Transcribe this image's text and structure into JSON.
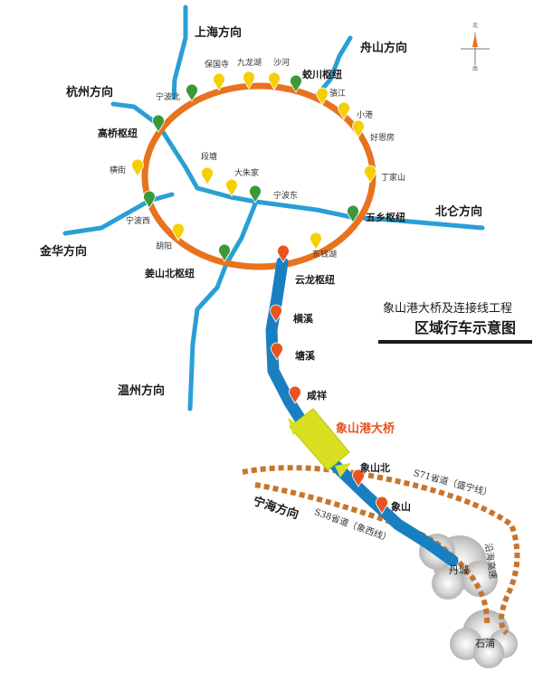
{
  "map": {
    "title_line1": "象山港大桥及连接线工程",
    "title_line2": "区域行车示意图",
    "bridge_label": "象山港大桥",
    "compass": {
      "north": "北",
      "south": "南"
    },
    "directions": {
      "shanghai": "上海方向",
      "zhoushan": "舟山方向",
      "hangzhou": "杭州方向",
      "beilun": "北仑方向",
      "jinhua": "金华方向",
      "wenzhou": "温州方向",
      "ninghai": "宁海方向"
    },
    "hubs": {
      "jiaochuan": "蛟川枢纽",
      "gaoqiao": "高桥枢纽",
      "wuxiang": "五乡枢纽",
      "jiangshanbei": "姜山北枢纽",
      "yunlong": "云龙枢纽"
    },
    "stations": {
      "baoguosi": "保国寺",
      "jiulonghu": "九龙湖",
      "shahe": "沙河",
      "ningbobei": "宁波北",
      "luojiang": "骆江",
      "xiaogang": "小港",
      "hengjie": "横街",
      "haoenfang": "好恩房",
      "liangtang": "段塘",
      "dazhujia": "大朱家",
      "dingjiashan": "丁家山",
      "ningbodong": "宁波东",
      "ningboxi": "宁波西",
      "dongqianhu": "东钱湖",
      "huyang": "胡阳"
    },
    "extension_stations": {
      "hengxi": "横溪",
      "tangxi": "塘溪",
      "xianxiang": "咸祥",
      "xiangshanbei": "象山北",
      "xiangshan": "象山"
    },
    "highways": {
      "s71": "S71省道（盛宁线）",
      "s38": "S38省道（象西线）",
      "east": "沿海高速"
    },
    "cities": {
      "dancheng": "丹城",
      "shipu": "石浦"
    },
    "colors": {
      "ring": "#e8731f",
      "expressway": "#2a9fd6",
      "extension": "#1a7fc1",
      "bridge": "#d9e021",
      "provincial": "#c8752c",
      "pin_yellow": "#f5d000",
      "pin_green": "#3a9a3a",
      "pin_red": "#e8531f"
    }
  }
}
